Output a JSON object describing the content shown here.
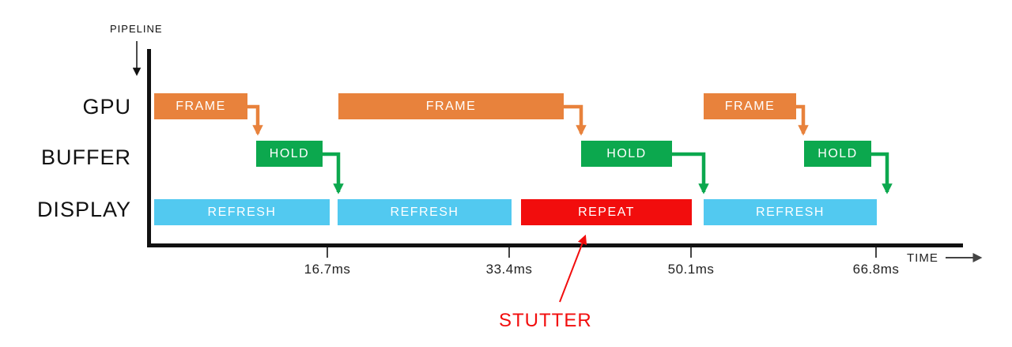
{
  "diagram": {
    "pipeline_label": "PIPELINE",
    "time_label": "TIME",
    "stutter_label": "STUTTER"
  },
  "rows": [
    {
      "label": "GPU"
    },
    {
      "label": "BUFFER"
    },
    {
      "label": "DISPLAY"
    }
  ],
  "bars": [
    {
      "row": "GPU",
      "kind": "frame",
      "label": "FRAME"
    },
    {
      "row": "GPU",
      "kind": "frame",
      "label": "FRAME"
    },
    {
      "row": "GPU",
      "kind": "frame",
      "label": "FRAME"
    },
    {
      "row": "BUFFER",
      "kind": "hold",
      "label": "HOLD"
    },
    {
      "row": "BUFFER",
      "kind": "hold",
      "label": "HOLD"
    },
    {
      "row": "BUFFER",
      "kind": "hold",
      "label": "HOLD"
    },
    {
      "row": "DISPLAY",
      "kind": "refresh",
      "label": "REFRESH"
    },
    {
      "row": "DISPLAY",
      "kind": "refresh",
      "label": "REFRESH"
    },
    {
      "row": "DISPLAY",
      "kind": "repeat",
      "label": "REPEAT"
    },
    {
      "row": "DISPLAY",
      "kind": "refresh",
      "label": "REFRESH"
    }
  ],
  "axis_ticks": [
    {
      "label": "16.7ms"
    },
    {
      "label": "33.4ms"
    },
    {
      "label": "50.1ms"
    },
    {
      "label": "66.8ms"
    }
  ],
  "colors": {
    "frame": "#E8823C",
    "hold": "#0CA84E",
    "refresh": "#52C9F0",
    "repeat": "#F20D0D",
    "axis": "#111111"
  }
}
